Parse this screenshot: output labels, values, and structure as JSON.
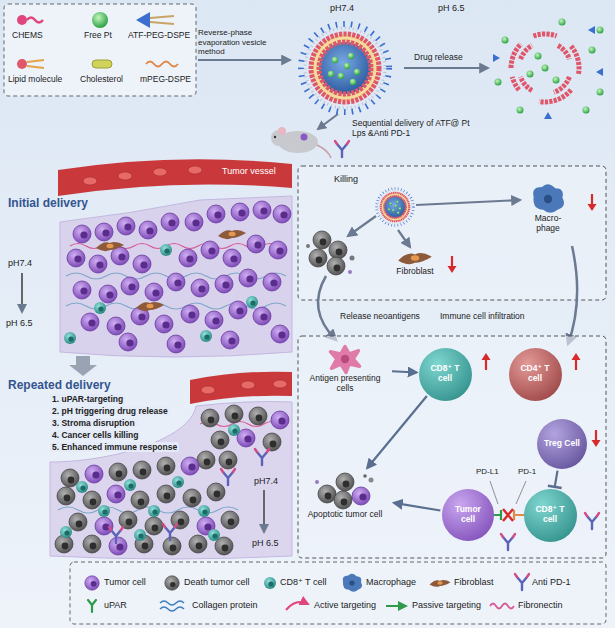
{
  "diagram": {
    "nodes": [
      {
        "text": [
          "Macro- phage"
        ]
      },
      {
        "text": [
          "Fibroblast"
        ]
      },
      {
        "text": [
          "Antigen presenting cells"
        ]
      },
      {
        "text": [
          "CD8⁺ T cell"
        ]
      },
      {
        "text": [
          "CD4⁺ T cell"
        ]
      },
      {
        "text": [
          "Treg Cell"
        ]
      },
      {
        "text": [
          "Tumor cell"
        ]
      },
      {
        "text": [
          "CD8⁺ T cell"
        ]
      },
      {
        "text": [
          "Apoptotic tumor cell"
        ]
      }
    ],
    "edges": [
      {
        "from": 2,
        "to": 3,
        "arrow": "to"
      },
      {
        "from": 3,
        "to": 8,
        "arrow": "to"
      },
      {
        "from": 5,
        "to": 7,
        "arrow": "none"
      },
      {
        "from": 6,
        "to": 8,
        "arrow": "to"
      }
    ],
    "labels": [
      "pH7.4",
      "pH 6.5",
      "Reverse-phase evaporation vesicle method",
      "Drug release",
      "Sequential delivery of ATF@ Pt Lps &Anti PD-1",
      "Initial delivery",
      "Tumor vessel",
      "pH7.4",
      "pH 6.5",
      "Killing",
      "Release neoantigens",
      "Immune cell infiltration",
      "Repeated delivery",
      "1. uPAR-targeting",
      "2. pH triggering drug release",
      "3. Stroma disruption",
      "4. Cancer cells killing",
      "5. Enhanced immune response",
      "pH7.4",
      "pH 6.5",
      "PD-L1",
      "PD-1"
    ],
    "legend": [
      {
        "text": "CHEMS"
      },
      {
        "text": "Free Pt"
      },
      {
        "text": "ATF-PEG-DSPE"
      },
      {
        "text": "Lipid molecule"
      },
      {
        "text": "Cholesterol"
      },
      {
        "text": "mPEG-DSPE"
      },
      {
        "text": "Tumor cell"
      },
      {
        "text": "Death tumor cell"
      },
      {
        "text": "CD8⁺ T cell"
      },
      {
        "text": "Macrophage"
      },
      {
        "text": "Fibroblast"
      },
      {
        "text": "Anti PD-1"
      },
      {
        "text": "uPAR"
      },
      {
        "text": "Collagen protein"
      },
      {
        "text": "Active targeting"
      },
      {
        "text": "Passive targeting"
      },
      {
        "text": "Fibronectin"
      }
    ]
  }
}
